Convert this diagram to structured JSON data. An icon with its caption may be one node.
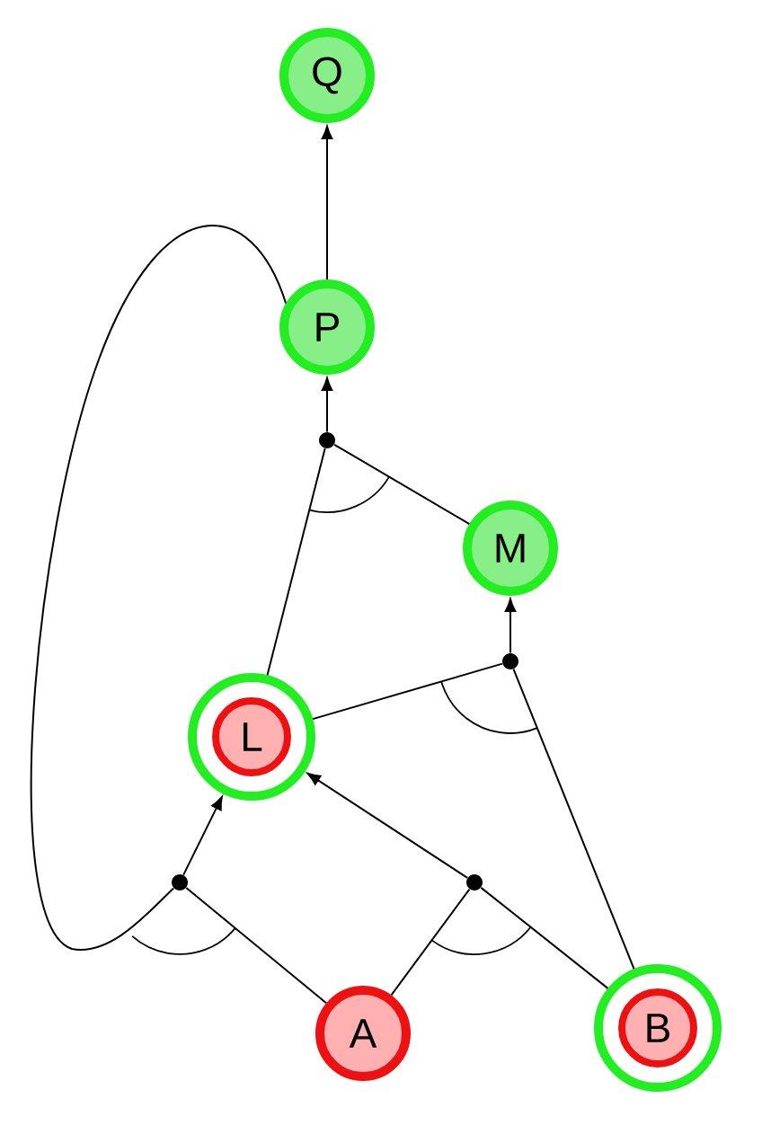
{
  "diagram": {
    "nodes": [
      {
        "text": [
          "Q"
        ]
      },
      {
        "text": [
          "P"
        ]
      },
      {
        "text": [],
        "shape": "circle"
      },
      {
        "text": [
          "M"
        ]
      },
      {
        "text": [],
        "shape": "circle"
      },
      {
        "text": [
          "L"
        ]
      },
      {
        "text": [],
        "shape": "circle"
      },
      {
        "text": [],
        "shape": "circle"
      },
      {
        "text": [
          "A"
        ]
      },
      {
        "text": [
          "B"
        ]
      }
    ],
    "edges": [
      {
        "from": 1,
        "to": 0,
        "arrow": "to"
      },
      {
        "from": 2,
        "to": 1,
        "arrow": "to"
      },
      {
        "from": 5,
        "to": 2,
        "arrow": "none"
      },
      {
        "from": 3,
        "to": 2,
        "arrow": "none"
      },
      {
        "from": 4,
        "to": 3,
        "arrow": "to"
      },
      {
        "from": 5,
        "to": 4,
        "arrow": "none"
      },
      {
        "from": 9,
        "to": 4,
        "arrow": "none"
      },
      {
        "from": 6,
        "to": 5,
        "arrow": "to"
      },
      {
        "from": 8,
        "to": 6,
        "arrow": "none"
      },
      {
        "from": 1,
        "to": 6,
        "arrow": "none"
      },
      {
        "from": 7,
        "to": 5,
        "arrow": "to"
      },
      {
        "from": 8,
        "to": 7,
        "arrow": "none"
      },
      {
        "from": 9,
        "to": 7,
        "arrow": "none"
      }
    ]
  }
}
